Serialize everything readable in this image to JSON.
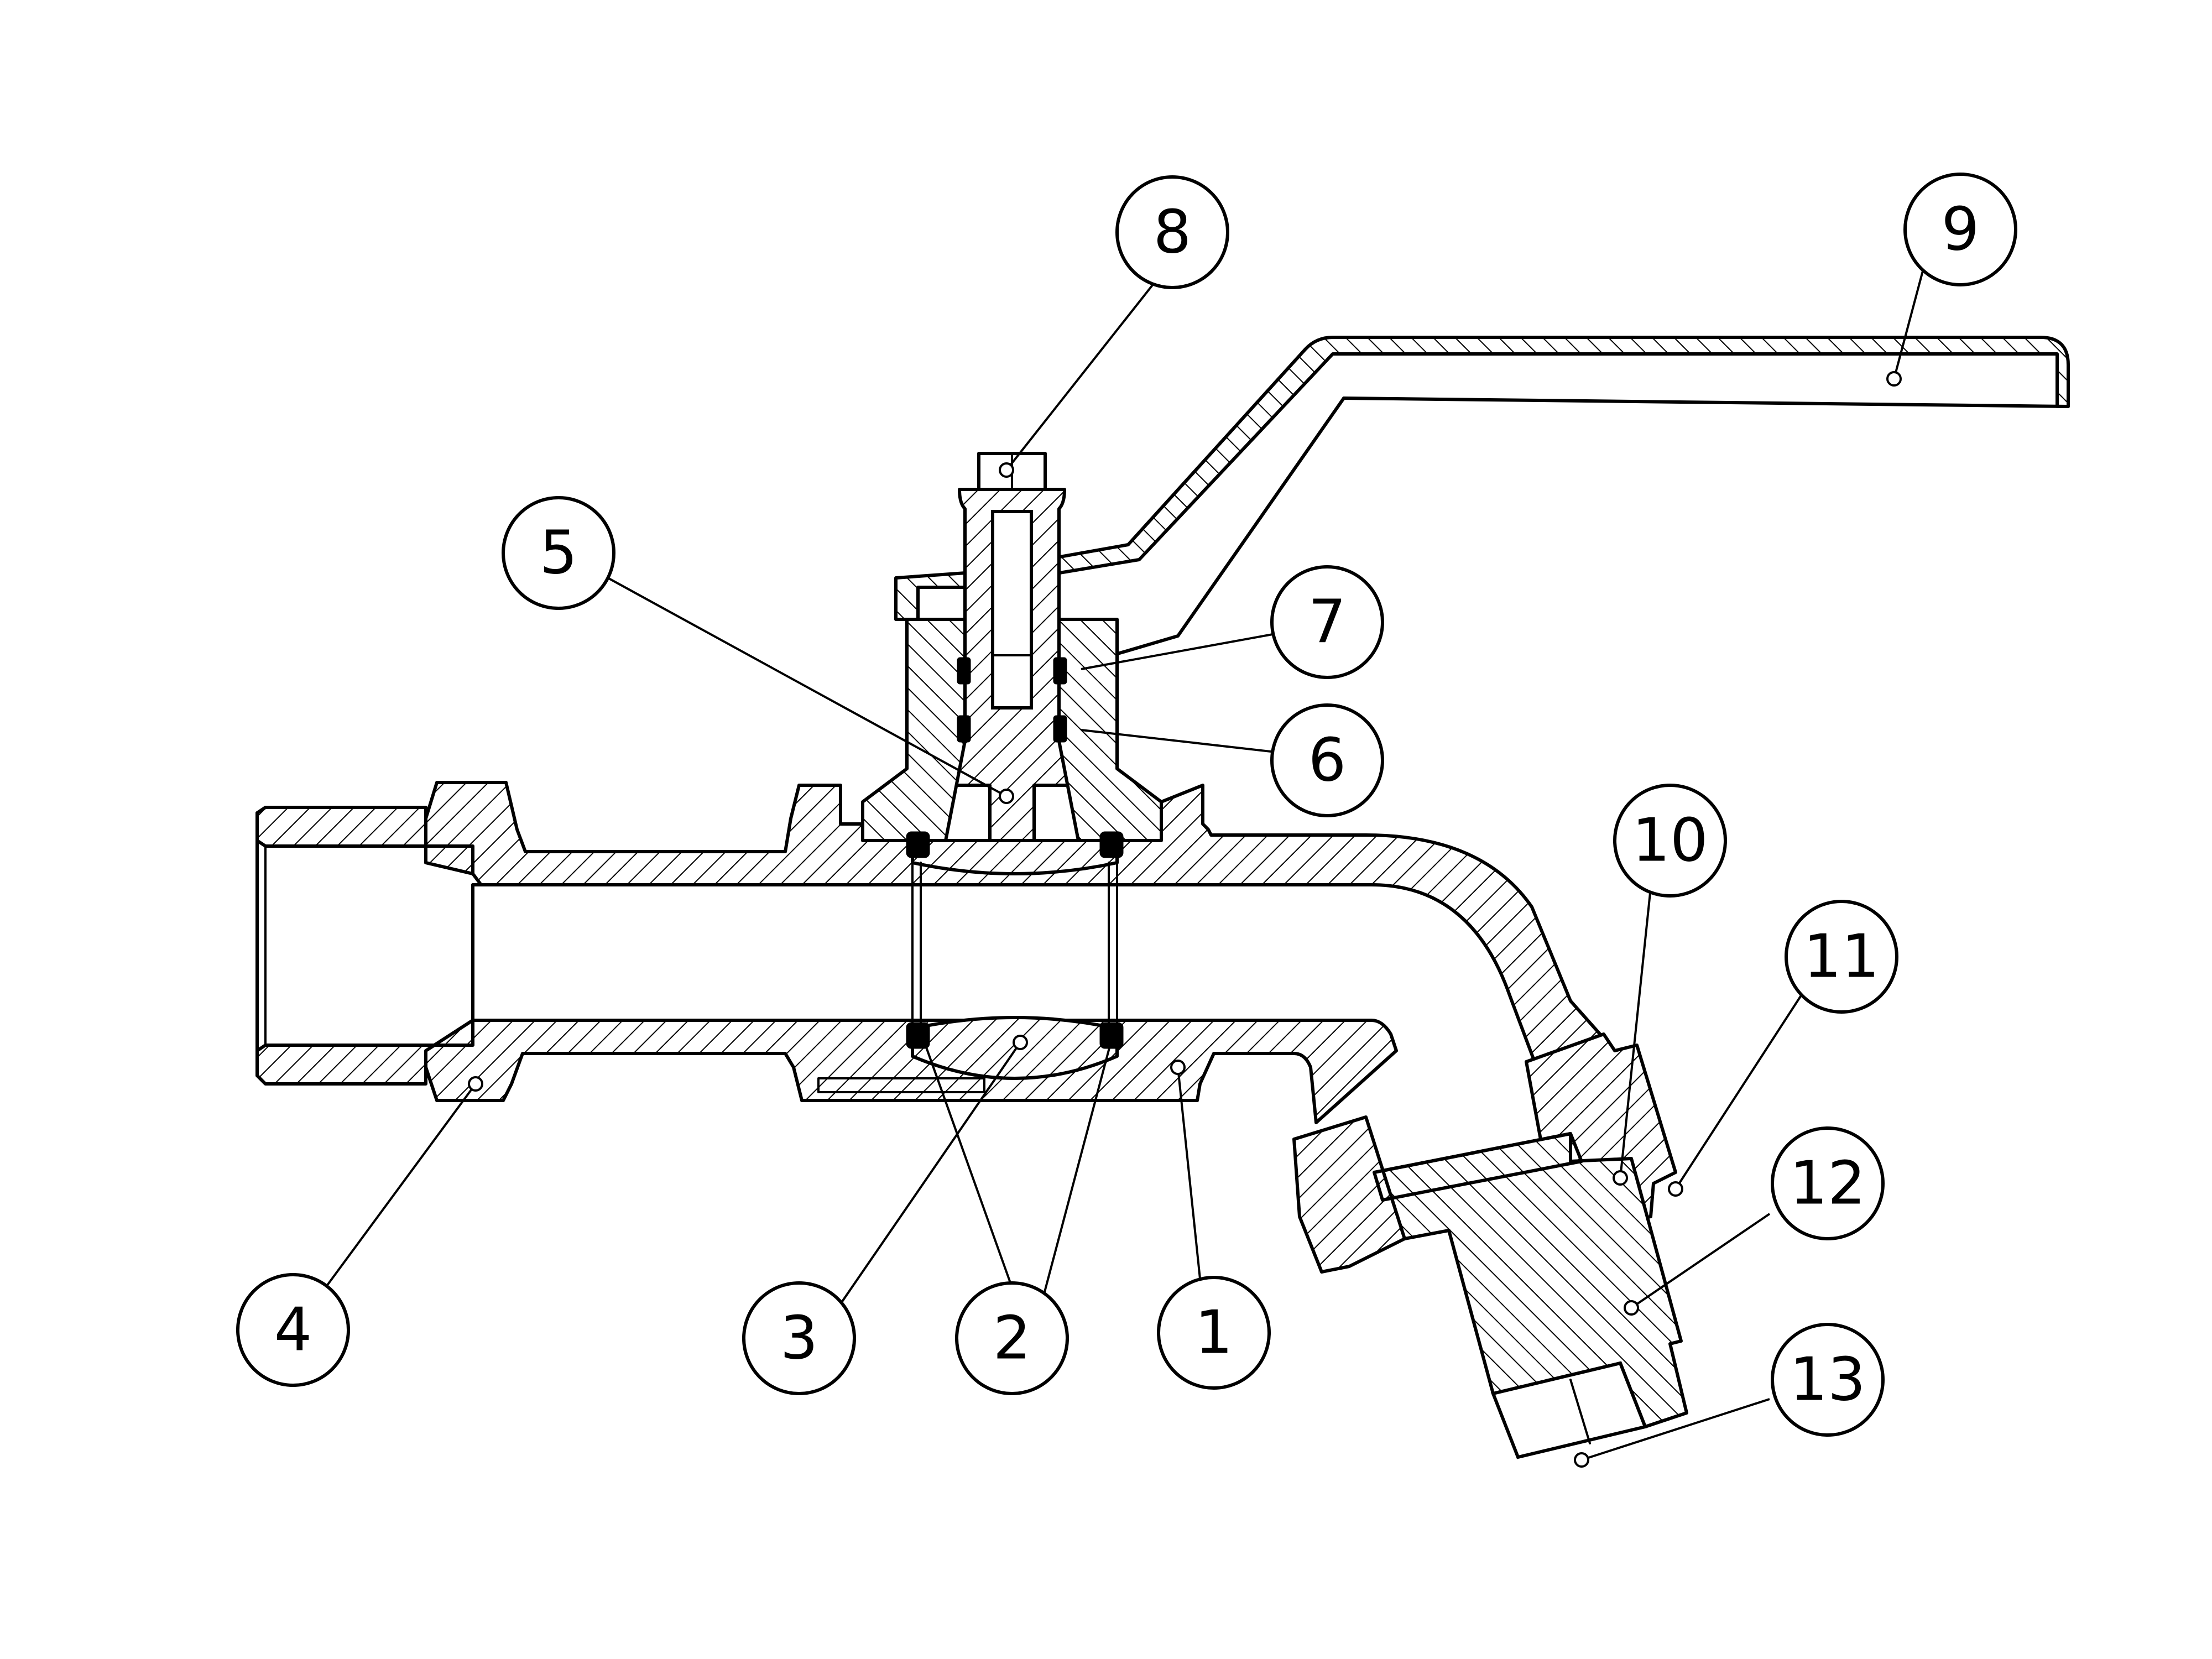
{
  "colors": {
    "line": "#000000",
    "background": "#ffffff"
  },
  "callouts": [
    {
      "id": "1",
      "label": "1"
    },
    {
      "id": "2",
      "label": "2"
    },
    {
      "id": "3",
      "label": "3"
    },
    {
      "id": "4",
      "label": "4"
    },
    {
      "id": "5",
      "label": "5"
    },
    {
      "id": "6",
      "label": "6"
    },
    {
      "id": "7",
      "label": "7"
    },
    {
      "id": "8",
      "label": "8"
    },
    {
      "id": "9",
      "label": "9"
    },
    {
      "id": "10",
      "label": "10"
    },
    {
      "id": "11",
      "label": "11"
    },
    {
      "id": "12",
      "label": "12"
    },
    {
      "id": "13",
      "label": "13"
    }
  ]
}
